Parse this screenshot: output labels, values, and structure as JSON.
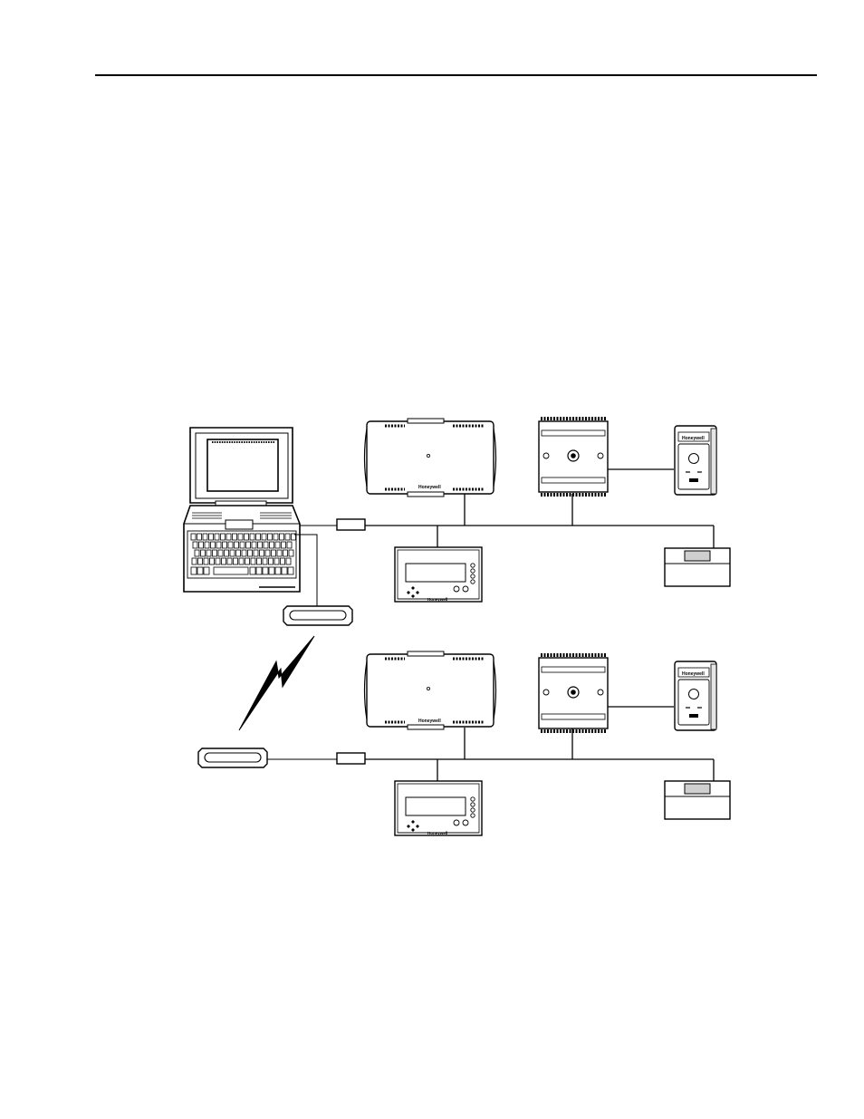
{
  "page": {
    "header_rule": true
  },
  "diagram": {
    "brand_label": "Honeywell",
    "networks": [
      {
        "name": "",
        "devices": [
          "laptop",
          "network-adapter",
          "controller-large",
          "io-module",
          "wall-sensor",
          "display-panel",
          "thermostat"
        ]
      },
      {
        "name": "",
        "devices": [
          "modem",
          "network-adapter",
          "controller-large",
          "io-module",
          "wall-sensor",
          "display-panel",
          "thermostat"
        ]
      }
    ],
    "links": [
      "modem-to-modem-wireless",
      "laptop-to-adapter",
      "laptop-to-modem"
    ],
    "colors": {
      "line": "#000000",
      "fill": "#ffffff",
      "screen": "#cfcfcf",
      "sensor_fill": "#e6e6e6"
    }
  }
}
